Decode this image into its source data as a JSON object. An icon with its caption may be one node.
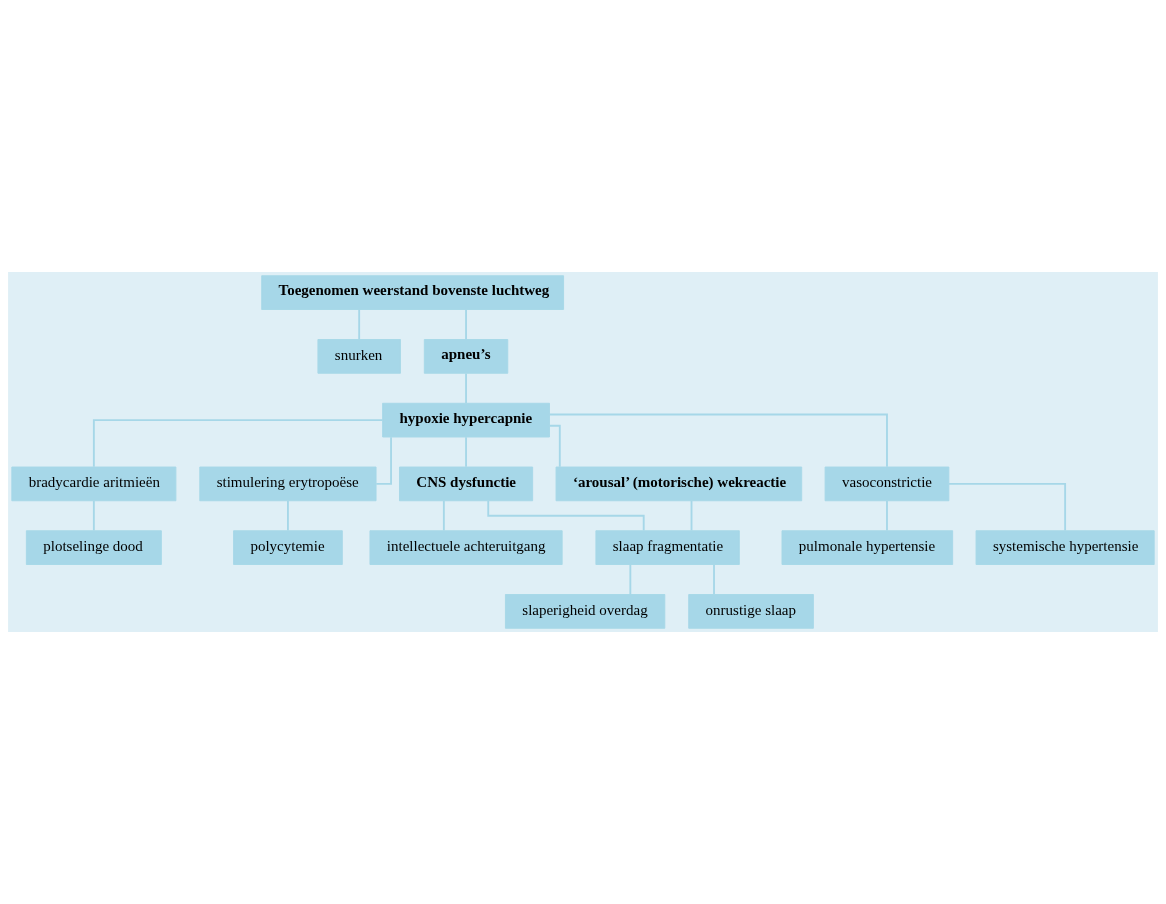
{
  "diagram": {
    "nodes": [
      {
        "text": [
          "Toegenomen weerstand bovenste luchtweg"
        ]
      },
      {
        "text": [
          "snurken"
        ]
      },
      {
        "text": [
          "apneu’s"
        ]
      },
      {
        "text": [
          "hypoxie hypercapnie"
        ]
      },
      {
        "text": [
          "bradycardie aritmieën"
        ]
      },
      {
        "text": [
          "stimulering erytropoëse"
        ]
      },
      {
        "text": [
          "plotselinge dood"
        ]
      },
      {
        "text": [
          "polycytemie"
        ]
      },
      {
        "text": [
          "CNS dysfunctie"
        ]
      },
      {
        "text": [
          "vasoconstrictie"
        ]
      },
      {
        "text": [
          "intellectuele achteruitgang"
        ]
      },
      {
        "text": [
          "pulmonale hypertensie"
        ]
      },
      {
        "text": [
          "systemische hypertensie"
        ]
      },
      {
        "text": [
          "‘arousal’ (motorische) wekreactie"
        ]
      },
      {
        "text": [
          "slaap fragmentatie"
        ]
      },
      {
        "text": [
          "slaperigheid overdag"
        ]
      },
      {
        "text": [
          "onrustige slaap"
        ]
      }
    ],
    "edges": [
      {
        "from": 0,
        "to": 1,
        "arrow": "none"
      },
      {
        "from": 0,
        "to": 2,
        "arrow": "none"
      },
      {
        "from": 2,
        "to": 3,
        "arrow": "none"
      },
      {
        "from": 3,
        "to": 4,
        "arrow": "none"
      },
      {
        "from": 3,
        "to": 5,
        "arrow": "none"
      },
      {
        "from": 3,
        "to": 8,
        "arrow": "none"
      },
      {
        "from": 3,
        "to": 9,
        "arrow": "none"
      },
      {
        "from": 3,
        "to": 13,
        "arrow": "none"
      },
      {
        "from": 4,
        "to": 6,
        "arrow": "none"
      },
      {
        "from": 5,
        "to": 7,
        "arrow": "none"
      },
      {
        "from": 8,
        "to": 10,
        "arrow": "none"
      },
      {
        "from": 8,
        "to": 14,
        "arrow": "none"
      },
      {
        "from": 9,
        "to": 11,
        "arrow": "none"
      },
      {
        "from": 9,
        "to": 12,
        "arrow": "none"
      },
      {
        "from": 13,
        "to": 14,
        "arrow": "none"
      },
      {
        "from": 14,
        "to": 15,
        "arrow": "none"
      },
      {
        "from": 14,
        "to": 16,
        "arrow": "none"
      }
    ]
  }
}
